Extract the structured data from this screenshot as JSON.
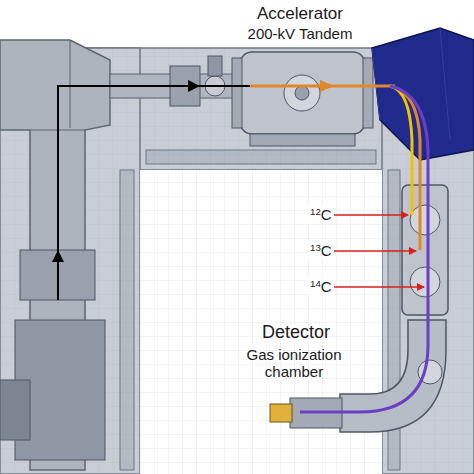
{
  "diagram": {
    "labels": [
      "Accelerator",
      "200-kV Tandem",
      "12C",
      "13C",
      "14C",
      "Detector",
      "Gas ionization chamber"
    ]
  }
}
